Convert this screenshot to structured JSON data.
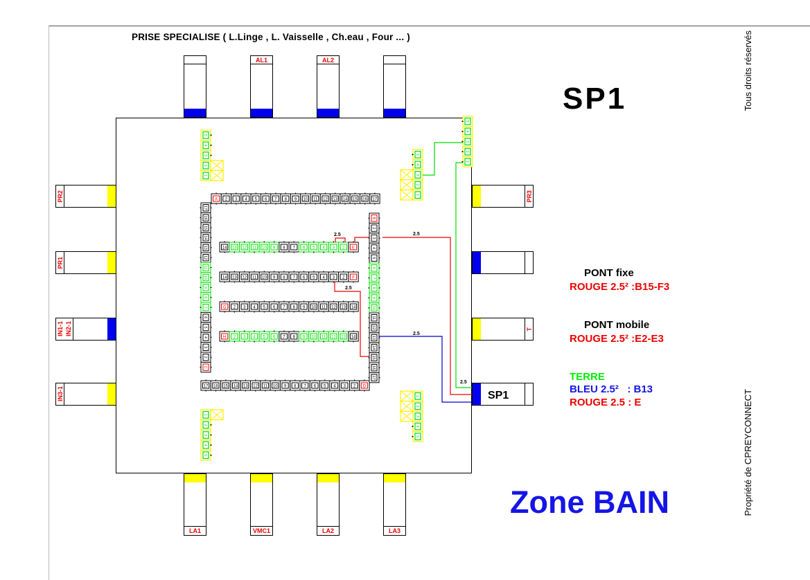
{
  "header": {
    "title": "PRISE SPECIALISE ( L.Linge , L. Vaisselle , Ch.eau , Four ... )",
    "board_name": "SP1",
    "zone": "Zone BAIN"
  },
  "side_text": {
    "rights": "Tous droits réservés",
    "owner": "Propriété de CPREYCONNECT"
  },
  "modules": {
    "top": [
      {
        "label": "",
        "tab_color": "#0000ee"
      },
      {
        "label": "AL1",
        "tab_color": "#0000ee"
      },
      {
        "label": "AL2",
        "tab_color": "#0000ee"
      },
      {
        "label": "",
        "tab_color": "#0000ee"
      }
    ],
    "bottom": [
      {
        "label": "LA1",
        "tab_color": "#ffff00"
      },
      {
        "label": "VMC1",
        "tab_color": "#ffff00"
      },
      {
        "label": "LA2",
        "tab_color": "#ffff00"
      },
      {
        "label": "LA3",
        "tab_color": "#ffff00"
      }
    ],
    "left": [
      {
        "label": "PR2",
        "tab_color": "#ffff00"
      },
      {
        "label": "PR1",
        "tab_color": "#ffff00"
      },
      {
        "label": "IN1-1 IN2-1",
        "label_lines": [
          "IN1-1",
          "IN2-1"
        ],
        "tab_color": "#0000ee"
      },
      {
        "label": "IN3-1",
        "tab_color": "#ffff00"
      }
    ],
    "right": [
      {
        "label": "PR3",
        "tab_color": "#ffff00"
      },
      {
        "label": "",
        "tab_color": "#0000ee"
      },
      {
        "label": "T",
        "tab_color": "#ffff00"
      },
      {
        "label": "",
        "center": "SP1",
        "tab_color": "#0000ee"
      }
    ]
  },
  "terminal_strips": {
    "top_row": {
      "red_label": "A",
      "cells": [
        "A",
        "2",
        "3",
        "4",
        "5",
        "6",
        "7",
        "8",
        "9",
        "10",
        "11",
        "12",
        "13",
        "14",
        "15",
        "16",
        "17"
      ],
      "green": []
    },
    "bottom_row": {
      "red_label": "D",
      "cells": [
        "17",
        "16",
        "15",
        "14",
        "13",
        "12",
        "11",
        "10",
        "9",
        "8",
        "7",
        "6",
        "5",
        "4",
        "3",
        "2",
        "D"
      ],
      "green": []
    },
    "left_col": {
      "red_label": "C",
      "cells": [
        "17",
        "16",
        "15",
        "14",
        "13",
        "12",
        "11",
        "10",
        "9",
        "8",
        "7",
        "6",
        "5",
        "4",
        "3",
        "2",
        "C"
      ],
      "green": [
        "11",
        "10",
        "9",
        "8",
        "7"
      ]
    },
    "right_col": {
      "red_label": "B",
      "cells": [
        "B",
        "2",
        "3",
        "4",
        "5",
        "6",
        "7",
        "8",
        "9",
        "10",
        "11",
        "12",
        "13",
        "14",
        "15",
        "16",
        "17"
      ],
      "green": [
        "6",
        "7",
        "8",
        "9",
        "10"
      ]
    },
    "inner_rows": [
      {
        "name": "E",
        "cells": [
          "14",
          "13",
          "12",
          "11",
          "10",
          "9",
          "8",
          "7",
          "6",
          "5",
          "4",
          "3",
          "2",
          "E"
        ],
        "green": [
          "13",
          "12",
          "11",
          "10",
          "9",
          "6",
          "5",
          "4",
          "3",
          "2"
        ],
        "red": [
          "E"
        ]
      },
      {
        "name": "F",
        "cells": [
          "14",
          "13",
          "12",
          "11",
          "10",
          "9",
          "8",
          "7",
          "6",
          "5",
          "4",
          "3",
          "2",
          "F"
        ],
        "green": [],
        "red": [
          "F"
        ]
      },
      {
        "name": "G",
        "cells": [
          "G",
          "2",
          "3",
          "4",
          "5",
          "6",
          "7",
          "8",
          "9",
          "10",
          "11",
          "12",
          "13",
          "14"
        ],
        "green": [],
        "red": [
          "G"
        ]
      },
      {
        "name": "H",
        "cells": [
          "H",
          "2",
          "3",
          "4",
          "5",
          "6",
          "7",
          "8",
          "9",
          "10",
          "11",
          "12",
          "13",
          "14"
        ],
        "green": [
          "2",
          "3",
          "4",
          "5",
          "6",
          "9",
          "10",
          "11",
          "12",
          "13"
        ],
        "red": [
          "H"
        ]
      }
    ]
  },
  "earth_blocks": [
    {
      "name": "top-left",
      "cells": [
        "5",
        "4",
        "3",
        "2",
        "1"
      ]
    },
    {
      "name": "top-right-a",
      "cells": [
        "5",
        "4",
        "3",
        "2",
        "1"
      ]
    },
    {
      "name": "top-right-b",
      "cells": [
        "5",
        "4",
        "3",
        "2",
        "1"
      ]
    },
    {
      "name": "bottom-left",
      "cells": [
        "1",
        "2",
        "3",
        "4",
        "5"
      ]
    },
    {
      "name": "bottom-right",
      "cells": [
        "1",
        "2",
        "3",
        "4",
        "5"
      ]
    }
  ],
  "wires": {
    "labels": [
      "2.5",
      "2.5",
      "2.5",
      "2.5",
      "2.5"
    ],
    "colors": {
      "red": "#ee0000",
      "blue": "#0000cc",
      "green": "#00dd00"
    }
  },
  "legend": {
    "pont_fixe_title": "PONT fixe",
    "pont_fixe_value": "ROUGE 2.5² :B15-F3",
    "pont_mobile_title": "PONT mobile",
    "pont_mobile_value": "ROUGE 2.5² :E2-E3",
    "terre": "TERRE",
    "bleu": "BLEU 2.5²   : B13",
    "rouge": "ROUGE 2.5 : E",
    "colors": {
      "black": "#000000",
      "red": "#ee0000",
      "green": "#00ee00",
      "blue": "#1515e6"
    }
  }
}
